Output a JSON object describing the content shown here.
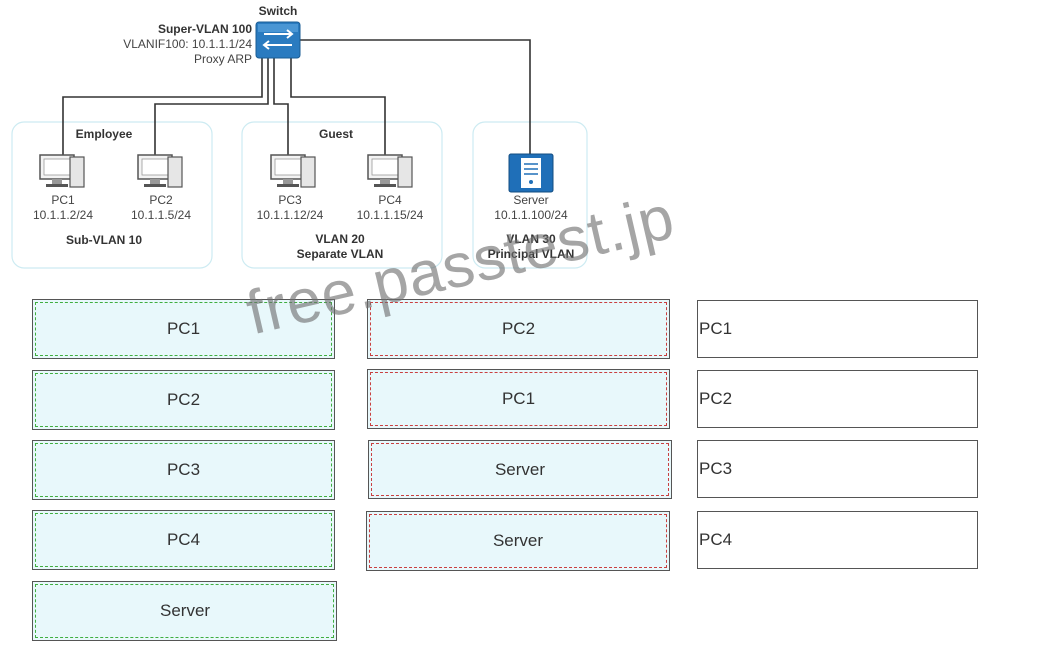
{
  "switch": {
    "label": "Switch",
    "super_vlan": "Super-VLAN 100",
    "vlanif": "VLANIF100: 10.1.1.1/24",
    "proxy_arp": "Proxy ARP"
  },
  "groups": [
    {
      "header": "Employee",
      "footer": [
        "Sub-VLAN 10"
      ]
    },
    {
      "header": "Guest",
      "footer": [
        "VLAN 20",
        "Separate VLAN"
      ]
    },
    {
      "header": "",
      "footer": [
        "VLAN 30",
        "Principal VLAN"
      ]
    }
  ],
  "hosts": [
    {
      "name": "PC1",
      "ip": "10.1.1.2/24"
    },
    {
      "name": "PC2",
      "ip": "10.1.1.5/24"
    },
    {
      "name": "PC3",
      "ip": "10.1.1.12/24"
    },
    {
      "name": "PC4",
      "ip": "10.1.1.15/24"
    },
    {
      "name": "Server",
      "ip": "10.1.1.100/24"
    }
  ],
  "source_options": [
    "PC1",
    "PC2",
    "PC3",
    "PC4",
    "Server"
  ],
  "placed_answers": [
    "PC2",
    "PC1",
    "Server",
    "Server"
  ],
  "target_labels": [
    "PC1",
    "PC2",
    "PC3",
    "PC4"
  ],
  "watermark": "free.passtest.jp",
  "colors": {
    "box_fill": "#e8f8fb",
    "source_dash": "#3fae3f",
    "answer_dash": "#c94040",
    "zone_border": "#cdebf2",
    "server_blue": "#1f6fb8",
    "switch_blue": "#2a7bc0"
  }
}
